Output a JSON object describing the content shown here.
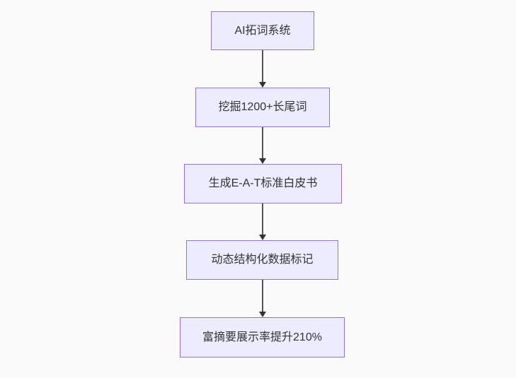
{
  "flowchart": {
    "type": "flowchart",
    "direction": "top-down",
    "nodes": [
      {
        "label": "AI拓词系统"
      },
      {
        "label": "挖掘1200+长尾词"
      },
      {
        "label": "生成E-A-T标准白皮书"
      },
      {
        "label": "动态结构化数据标记"
      },
      {
        "label": "富摘要展示率提升210%"
      }
    ],
    "edges": [
      {
        "from": "AI拓词系统",
        "to": "挖掘1200+长尾词",
        "arrow": "down"
      },
      {
        "from": "挖掘1200+长尾词",
        "to": "生成E-A-T标准白皮书",
        "arrow": "down"
      },
      {
        "from": "生成E-A-T标准白皮书",
        "to": "动态结构化数据标记",
        "arrow": "down"
      },
      {
        "from": "动态结构化数据标记",
        "to": "富摘要展示率提升210%",
        "arrow": "down"
      }
    ],
    "colors": {
      "node_fill": "#ECECFF",
      "node_border": "#9370DB",
      "node_text": "#333333",
      "edge_line": "#555555",
      "edge_arrowhead": "#333333",
      "background": "#fafafa"
    }
  }
}
